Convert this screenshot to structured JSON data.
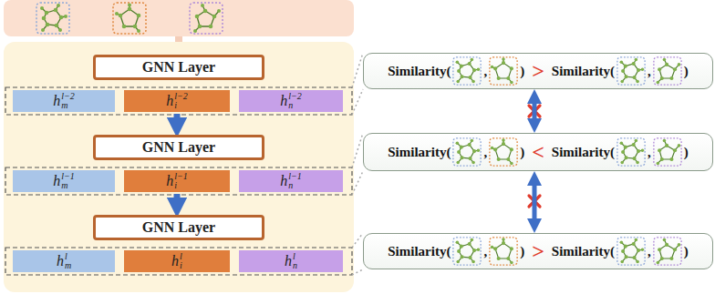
{
  "diagram": {
    "nodes": [
      {
        "text": [
          "GNN Layer"
        ]
      },
      {
        "text": [
          "h",
          "m",
          "l−2"
        ]
      },
      {
        "text": [
          "h",
          "i",
          "l−2"
        ]
      },
      {
        "text": [
          "h",
          "n",
          "l−2"
        ]
      },
      {
        "text": [
          "GNN Layer"
        ]
      },
      {
        "text": [
          "h",
          "m",
          "l−1"
        ]
      },
      {
        "text": [
          "h",
          "i",
          "l−1"
        ]
      },
      {
        "text": [
          "h",
          "n",
          "l−1"
        ]
      },
      {
        "text": [
          "GNN Layer"
        ]
      },
      {
        "text": [
          "h",
          "m",
          "l"
        ]
      },
      {
        "text": [
          "h",
          "i",
          "l"
        ]
      },
      {
        "text": [
          "h",
          "n",
          "l"
        ]
      },
      {
        "text": [
          "Similarity(",
          ",",
          ")",
          ">",
          "Similarity(",
          ",",
          ")"
        ]
      },
      {
        "text": [
          "Similarity(",
          ",",
          ")",
          "<",
          "Similarity(",
          ",",
          ")"
        ]
      },
      {
        "text": [
          "Similarity(",
          ",",
          ")",
          ">",
          "Similarity(",
          ",",
          ")"
        ]
      }
    ],
    "edges": [
      {
        "from": 2,
        "to": 4,
        "arrow": "to"
      },
      {
        "from": 6,
        "to": 8,
        "arrow": "to"
      },
      {
        "from": 12,
        "to": 13,
        "arrow": "both"
      },
      {
        "from": 13,
        "to": 14,
        "arrow": "both"
      }
    ]
  }
}
